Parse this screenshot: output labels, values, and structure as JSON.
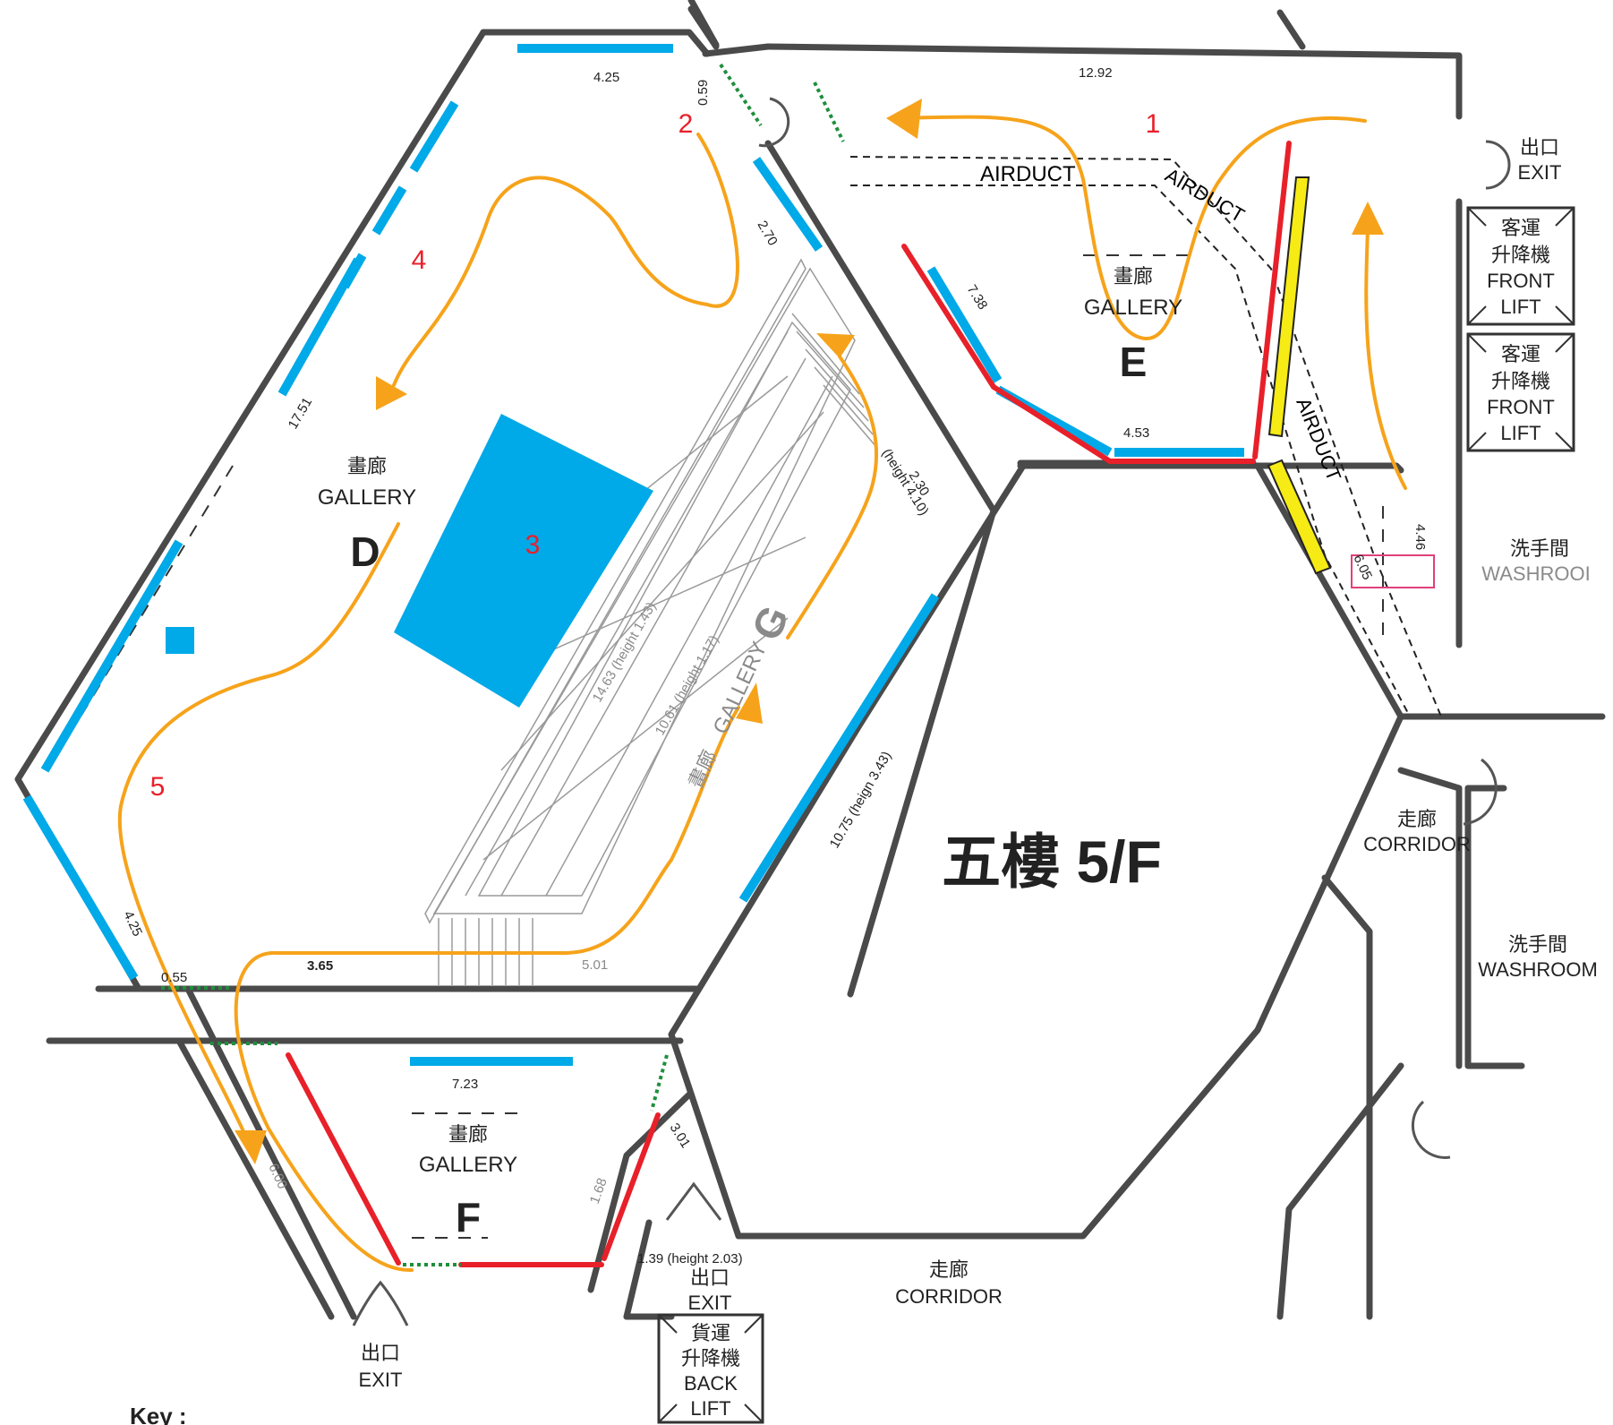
{
  "floor_label": "五樓 5/F",
  "galleries": {
    "D": {
      "cn": "畫廊",
      "en": "GALLERY",
      "letter": "D"
    },
    "E": {
      "cn": "畫廊",
      "en": "GALLERY",
      "letter": "E"
    },
    "F": {
      "cn": "畫廊",
      "en": "GALLERY",
      "letter": "F"
    },
    "G": {
      "cn": "畫廊",
      "en": "GALLERY",
      "letter": "G"
    }
  },
  "route_numbers": [
    "1",
    "2",
    "3",
    "4",
    "5"
  ],
  "airduct": [
    "AIRDUCT",
    "AIRDUCT",
    "AIRDUCT"
  ],
  "exits": {
    "cn": "出口",
    "en": "EXIT"
  },
  "lifts": {
    "front_cn_a": "客運",
    "front_cn_b": "升降機",
    "front_en_a": "FRONT",
    "front_en_b": "LIFT",
    "back_cn_a": "貨運",
    "back_cn_b": "升降機",
    "back_en_a": "BACK",
    "back_en_b": "LIFT"
  },
  "washroom": {
    "cn": "洗手間",
    "en": "WASHROOM",
    "en_cut": "WASHROOI"
  },
  "corridor": {
    "cn": "走廊",
    "en": "CORRIDOR"
  },
  "dimensions": {
    "d1": "4.25",
    "d2": "0.59",
    "d3": "12.92",
    "d4": "2.70",
    "d5": "7.38",
    "d6": "4.53",
    "d7": "17.51",
    "d8": "2.30",
    "d9": "(height 4.10)",
    "d10": "14.63 (height 1.43)",
    "d11": "10.61 (height 1.17)",
    "d12": "10.75 (heign 3.43)",
    "d13": "4.46",
    "d14": "6.05",
    "d15": "4.25",
    "d16": "0.55",
    "d17": "3.65",
    "d18": "5.01",
    "d19": "7.23",
    "d20": "3.01",
    "d21": "1.68",
    "d22": "6.00",
    "d23": "1.39 (height 2.03)"
  },
  "key_label": "Key :",
  "colors": {
    "blue": "#00a9e8",
    "red": "#e8202a",
    "yellow": "#f6eb14",
    "orange": "#f6a31b",
    "green": "#1e8f3c",
    "wall": "#4a4a4a"
  }
}
